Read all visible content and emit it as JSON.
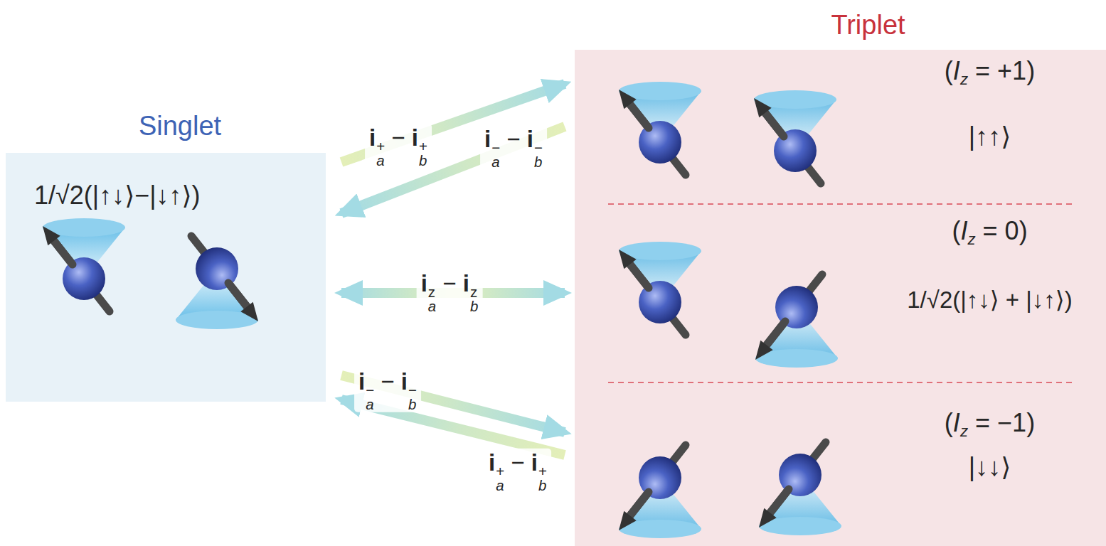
{
  "diagram": {
    "nodes": [
      {
        "text": [
          "Singlet",
          "1/√2(|↑↓⟩−|↓↑⟩)"
        ]
      },
      {
        "text": [
          "Triplet"
        ]
      },
      {
        "text": [
          "(Iz = +1)",
          "|↑↑⟩"
        ],
        "in": 1
      },
      {
        "text": [
          "(Iz = 0)",
          "1/√2(|↑↓⟩ + |↓↑⟩)"
        ],
        "in": 1
      },
      {
        "text": [
          "(Iz = −1)",
          "|↓↓⟩"
        ],
        "in": 1
      }
    ],
    "edges": [
      {
        "from": 0,
        "to": 2,
        "arrow": "to",
        "label": "ia+ − ib+"
      },
      {
        "from": 2,
        "to": 0,
        "arrow": "to",
        "label": "ia− − ib−"
      },
      {
        "from": 0,
        "to": 3,
        "arrow": "both",
        "label": "iaz − ibz"
      },
      {
        "from": 0,
        "to": 4,
        "arrow": "to",
        "label": "ia− − ib−"
      },
      {
        "from": 4,
        "to": 0,
        "arrow": "to",
        "label": "ia+ − ib+"
      }
    ]
  }
}
